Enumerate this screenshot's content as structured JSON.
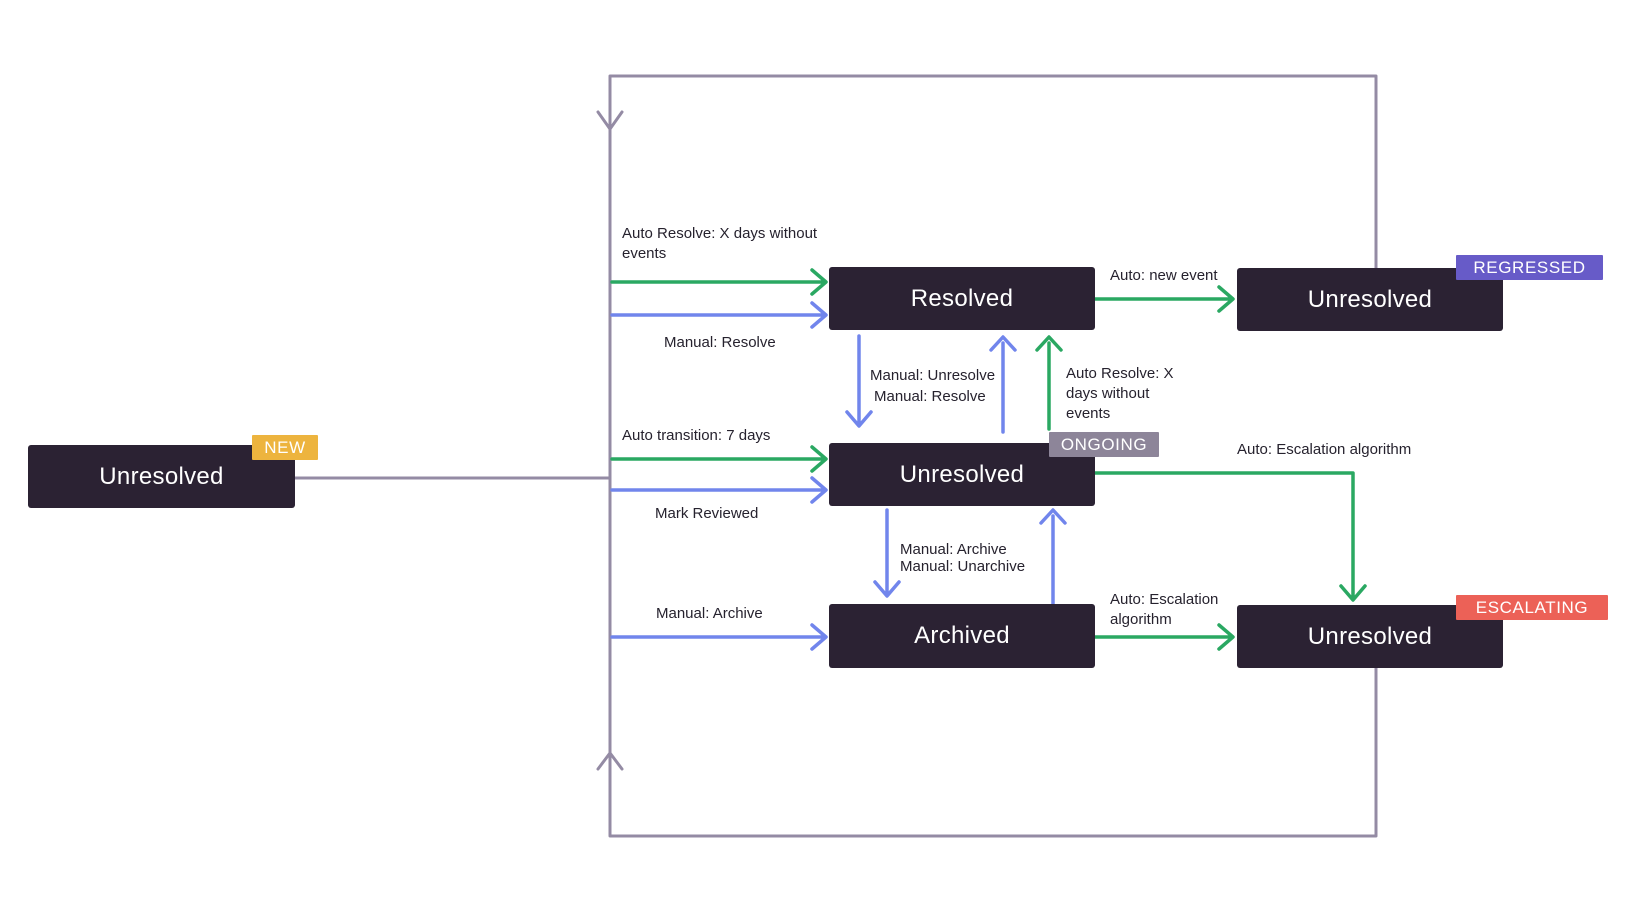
{
  "diagram": {
    "states": {
      "new": {
        "label": "Unresolved",
        "badge": "NEW"
      },
      "resolved": {
        "label": "Resolved"
      },
      "ongoing": {
        "label": "Unresolved",
        "badge": "ONGOING"
      },
      "archived": {
        "label": "Archived"
      },
      "regressed": {
        "label": "Unresolved",
        "badge": "REGRESSED"
      },
      "escalating": {
        "label": "Unresolved",
        "badge": "ESCALATING"
      }
    },
    "transitions": {
      "auto_resolve_from_new": "Auto Resolve: X days without events",
      "manual_resolve_from_new": "Manual: Resolve",
      "auto_transition_7_days": "Auto transition: 7 days",
      "mark_reviewed": "Mark Reviewed",
      "manual_archive_from_new": "Manual: Archive",
      "auto_new_event": "Auto: new event",
      "manual_unresolve": "Manual: Unresolve",
      "manual_resolve": "Manual: Resolve",
      "auto_resolve_ongoing": "Auto Resolve: X days without events",
      "manual_archive": "Manual: Archive",
      "manual_unarchive": "Manual: Unarchive",
      "auto_escalation_from_archived": "Auto: Escalation algorithm",
      "auto_escalation_from_ongoing": "Auto: Escalation algorithm"
    },
    "colors": {
      "box": "#2b2233",
      "arrow_green": "#2aa862",
      "arrow_blue": "#7185ec",
      "loop_line": "#948ba4",
      "badge_new": "#edb43e",
      "badge_ongoing": "#8d8599",
      "badge_regressed": "#675bc8",
      "badge_escalating": "#ec6157"
    }
  }
}
